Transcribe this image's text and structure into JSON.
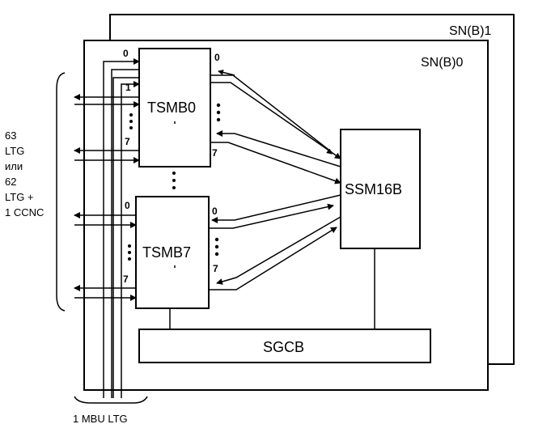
{
  "planes": {
    "back_label": "SN(B)1",
    "front_label": "SN(B)0"
  },
  "blocks": {
    "tsmb_top": "TSMB0",
    "tsmb_bottom": "TSMB7",
    "ssm": "SSM16B",
    "sgcb": "SGCB"
  },
  "ports": {
    "top_left_0": "0",
    "top_left_1": "1",
    "top_left_7": "7",
    "top_right_0": "0",
    "top_right_7": "7",
    "bottom_left_0": "0",
    "bottom_left_7": "7",
    "bottom_right_0": "0",
    "bottom_right_7": "7"
  },
  "left_note": {
    "line1": "63",
    "line2": "LTG",
    "line3": "или",
    "line4": "62",
    "line5": "LTG +",
    "line6": "1 CCNC"
  },
  "bottom_note": "1 MBU LTG",
  "colors": {
    "line": "#000000",
    "background": "#ffffff"
  }
}
